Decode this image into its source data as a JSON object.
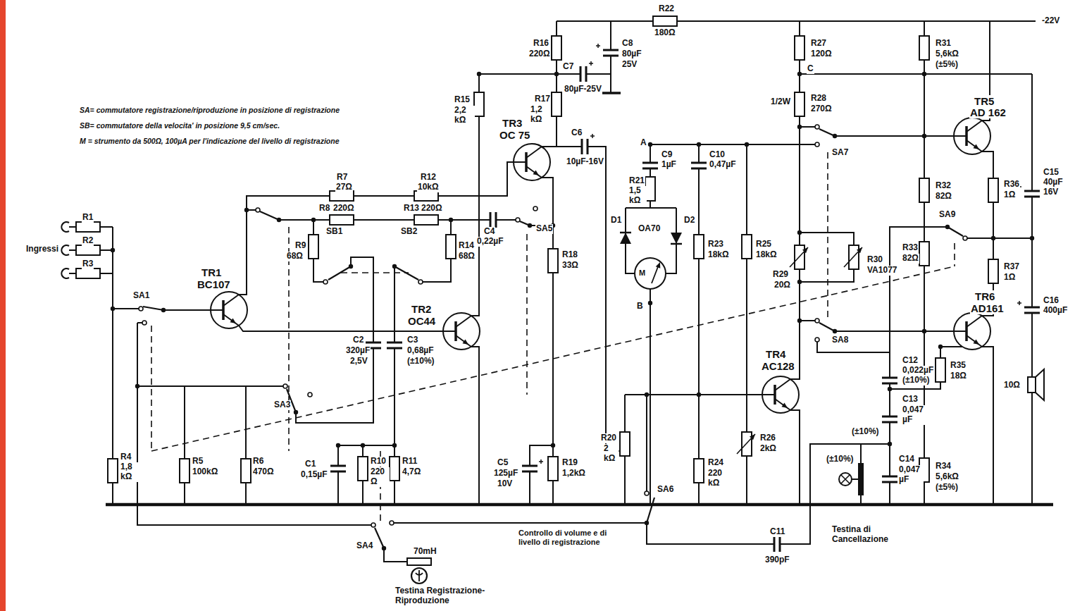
{
  "diagram": {
    "labels": [
      "SA= commutatore registrazione/riproduzione in posizione di registrazione",
      "SB= commutatore della velocita' in posizione 9,5 cm/sec.",
      "M = strumento da 500Ω, 100µA per l'indicazione del livello di registrazione",
      "-22V",
      "Ingressi",
      "R1",
      "R2",
      "R3",
      "R4",
      "1,8 kΩ",
      "TR1",
      "BC107",
      "SA1",
      "SA3",
      "SA4",
      "R5",
      "100kΩ",
      "R6",
      "470Ω",
      "R7",
      "27Ω",
      "R8",
      "220Ω",
      "R9",
      "68Ω",
      "SB1",
      "SB2",
      "R12",
      "10kΩ",
      "R13",
      "220Ω",
      "R14",
      "68Ω",
      "C4",
      "0,22µF",
      "SA5",
      "TR2",
      "OC44",
      "C2",
      "320µF",
      "2,5V",
      "C3",
      "0,68µF",
      "(±10%)",
      "C1",
      "0,15µF",
      "R10",
      "220 Ω",
      "R11",
      "4,7Ω",
      "R15",
      "2,2 kΩ",
      "R16",
      "220Ω",
      "C8",
      "80µF",
      "25V",
      "C7",
      "80µF-25V",
      "R17",
      "1,2 kΩ",
      "TR3",
      "OC 75",
      "C6",
      "10µF-16V",
      "R18",
      "33Ω",
      "C5",
      "125µF",
      "10V",
      "R19",
      "1,2kΩ",
      "70mH",
      "Testina Registrazione-Riproduzione",
      "Controllo di volume e di livello di registrazione",
      "R20",
      "2 kΩ",
      "SA6",
      "R22",
      "180Ω",
      "A",
      "C9",
      "1µF",
      "R21",
      "1,5 kΩ",
      "D1",
      "D2",
      "OA70",
      "M",
      "B",
      "C10",
      "0,47µF",
      "R23",
      "18kΩ",
      "R24",
      "220 kΩ",
      "C11",
      "390pF",
      "R25",
      "18kΩ",
      "R26",
      "2kΩ",
      "TR4",
      "AC128",
      "R27",
      "120Ω",
      "C",
      "1/2W",
      "R28",
      "270Ω",
      "SA7",
      "R29",
      "20Ω",
      "R30",
      "VA1077",
      "SA8",
      "C12",
      "0,022µF",
      "(±10%)",
      "C13",
      "0,047 µF",
      "(±10%)",
      "C14",
      "(±10%)",
      "0,047 µF",
      "Testina di Cancellazione",
      "R31",
      "5,6kΩ",
      "(±5%)",
      "TR5",
      "AD 162",
      "R32",
      "82Ω",
      "R33",
      "82Ω",
      "SA9",
      "R36",
      "1Ω",
      "R37",
      "1Ω",
      "C15",
      "40µF",
      "16V",
      "TR6",
      "AD161",
      "C16",
      "400µF",
      "R35",
      "18Ω",
      "R34",
      "5,6kΩ",
      "(±5%)",
      "10Ω"
    ]
  }
}
